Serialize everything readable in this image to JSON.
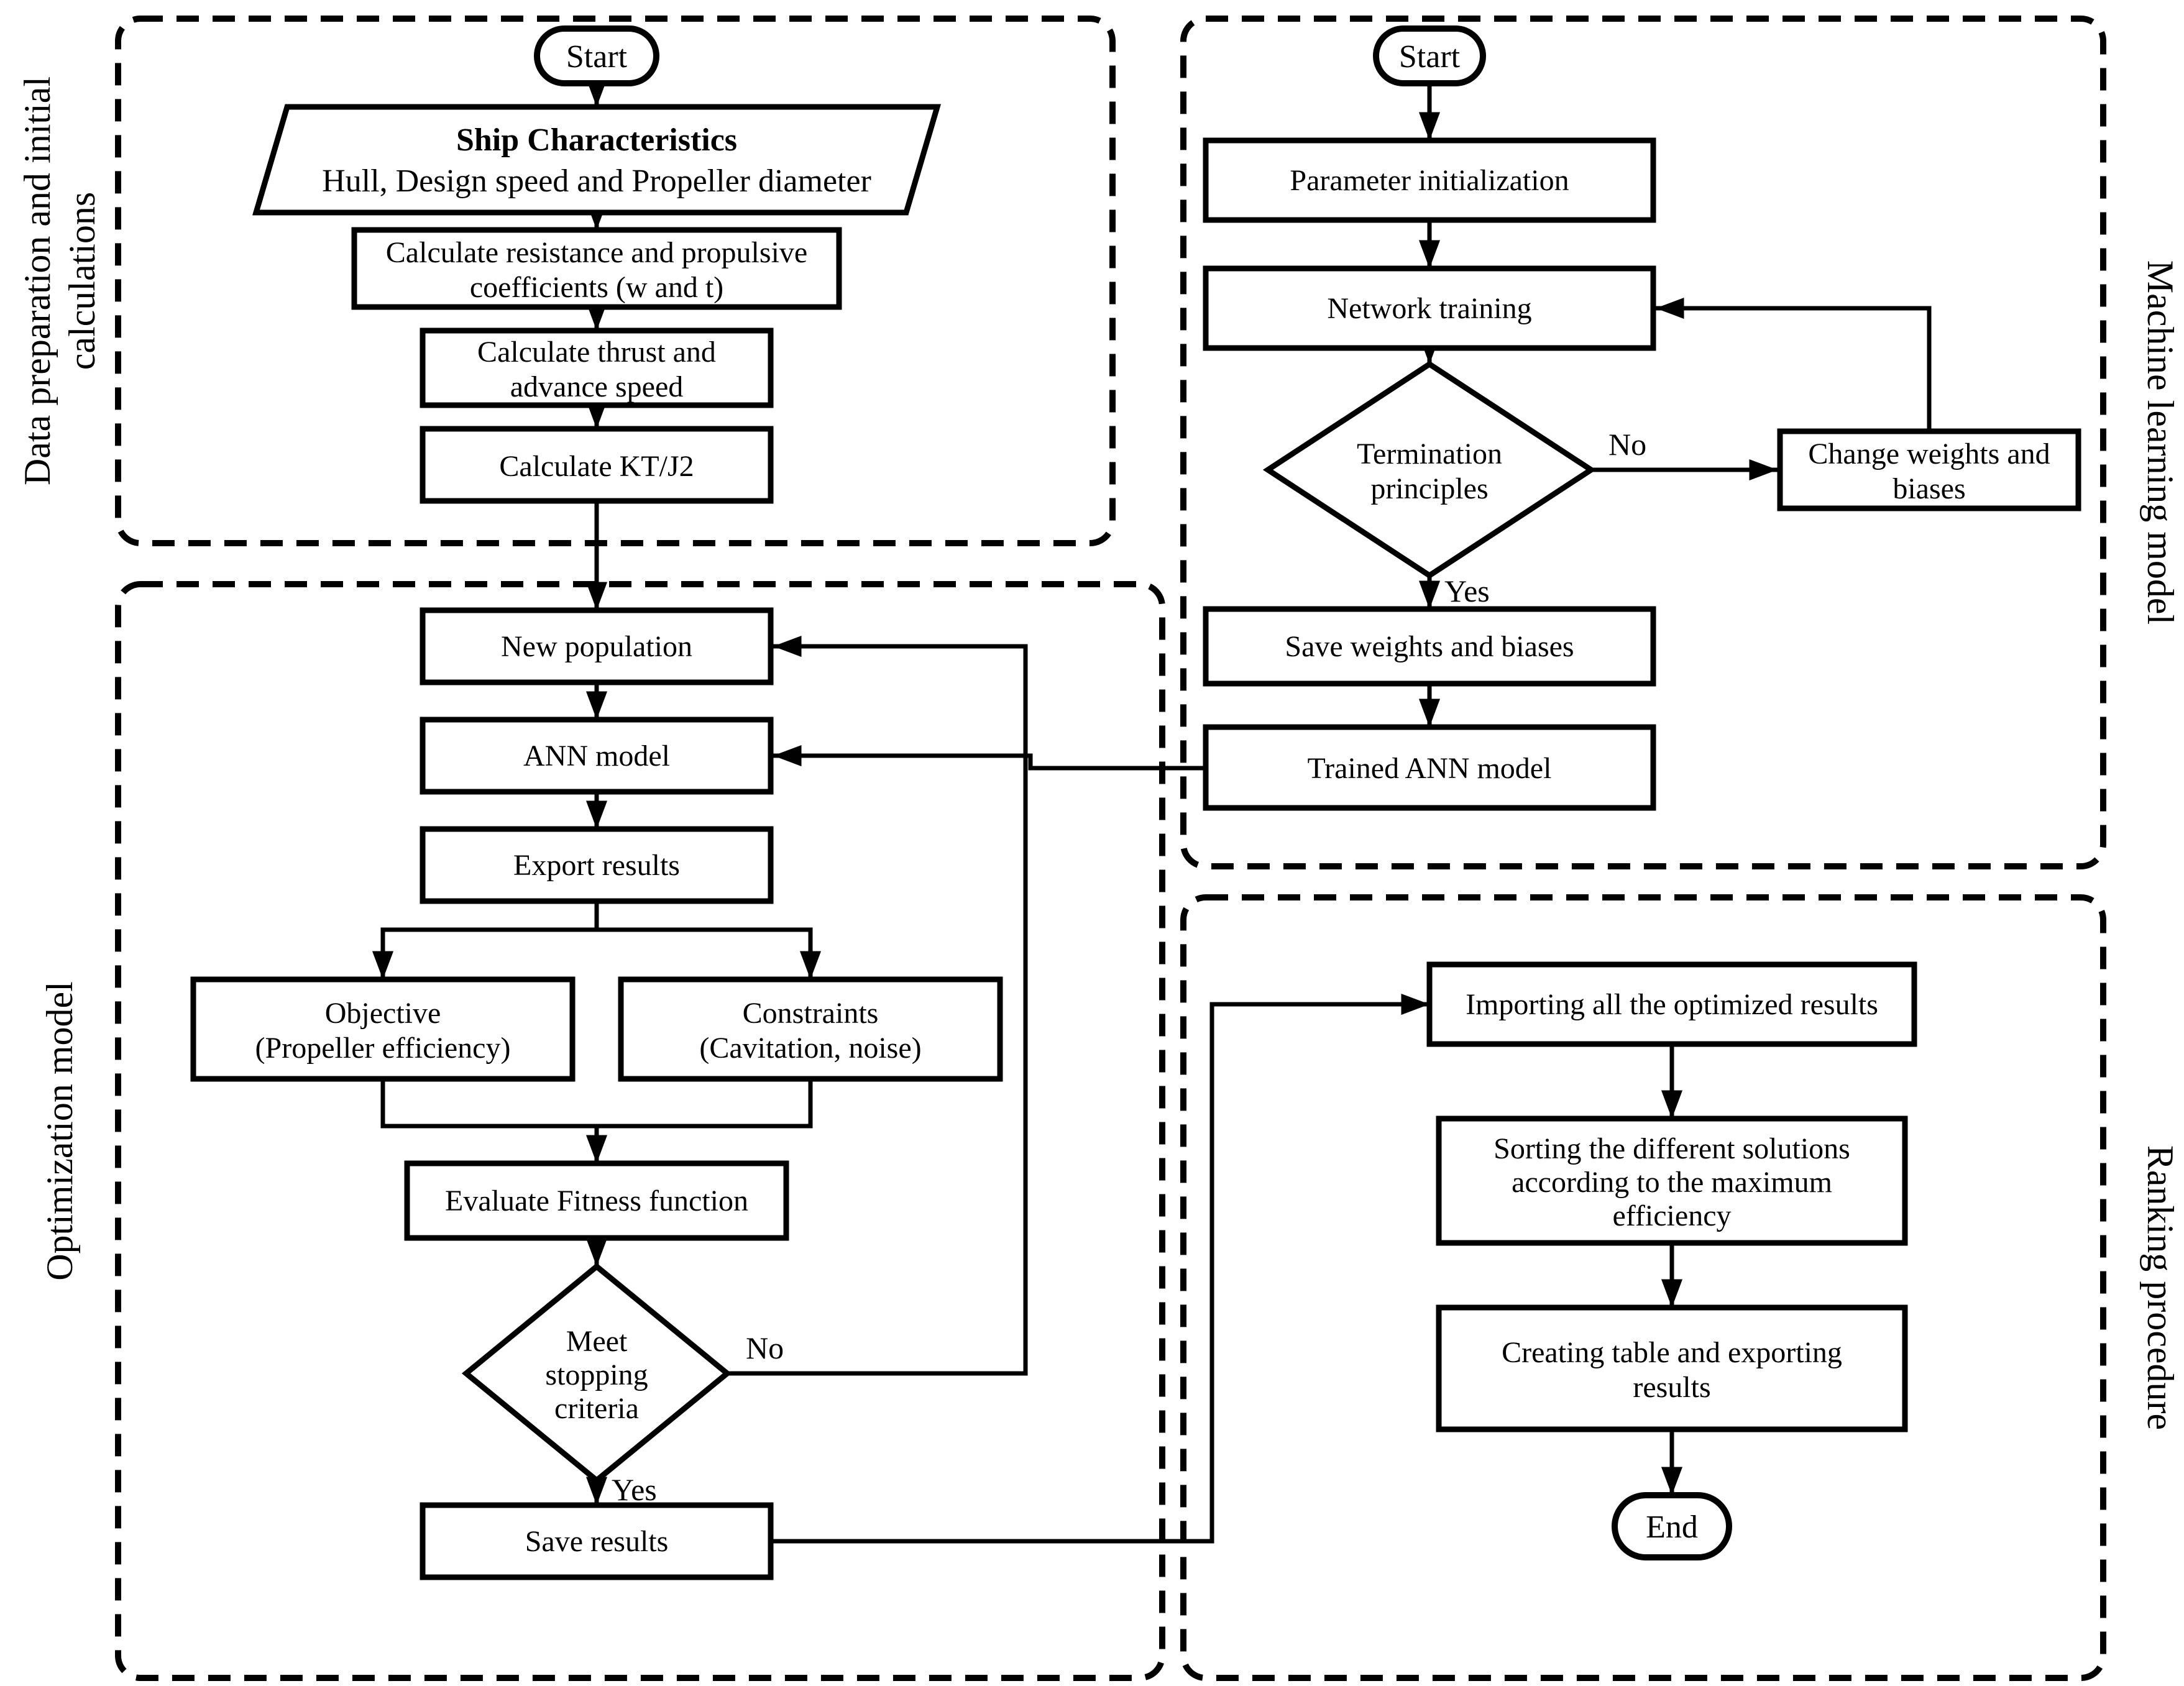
{
  "sections": {
    "data_prep": {
      "lines": [
        "Data preparation and initial",
        "calculations"
      ]
    },
    "ml": {
      "label": "Machine learning model"
    },
    "optimization": {
      "label": "Optimization model"
    },
    "ranking": {
      "label": "Ranking procedure"
    }
  },
  "nodes": {
    "start_left": {
      "label": "Start"
    },
    "ship": {
      "lines": [
        "Ship Characteristics",
        "Hull, Design speed and Propeller diameter"
      ]
    },
    "calc_resistance": {
      "lines": [
        "Calculate resistance and propulsive",
        "coefficients (w and t)"
      ]
    },
    "calc_thrust": {
      "lines": [
        "Calculate thrust and",
        "advance speed"
      ]
    },
    "calc_kt": {
      "label": "Calculate KT/J2"
    },
    "new_population": {
      "label": "New population"
    },
    "ann_model": {
      "label": "ANN model"
    },
    "export_results": {
      "label": "Export results"
    },
    "objective": {
      "lines": [
        "Objective",
        "(Propeller efficiency)"
      ]
    },
    "constraints": {
      "lines": [
        "Constraints",
        "(Cavitation, noise)"
      ]
    },
    "evaluate_fitness": {
      "label": "Evaluate Fitness function"
    },
    "meet_stopping": {
      "lines": [
        "Meet",
        "stopping",
        "criteria"
      ]
    },
    "save_results": {
      "label": "Save results"
    },
    "start_right": {
      "label": "Start"
    },
    "parameter_init": {
      "label": "Parameter initialization"
    },
    "network_training": {
      "label": "Network training"
    },
    "termination": {
      "lines": [
        "Termination",
        "principles"
      ]
    },
    "change_weights": {
      "lines": [
        "Change weights and",
        "biases"
      ]
    },
    "save_weights": {
      "label": "Save weights and biases"
    },
    "trained_ann": {
      "label": "Trained ANN model"
    },
    "importing": {
      "label": "Importing all the optimized results"
    },
    "sorting": {
      "lines": [
        "Sorting the different solutions",
        "according to the maximum",
        "efficiency"
      ]
    },
    "creating": {
      "lines": [
        "Creating table and exporting",
        "results"
      ]
    },
    "end": {
      "label": "End"
    }
  },
  "edge_labels": {
    "ml_no": "No",
    "ml_yes": "Yes",
    "opt_no": "No",
    "opt_yes": "Yes"
  },
  "colors": {
    "line": "#000000",
    "background": "#ffffff"
  }
}
